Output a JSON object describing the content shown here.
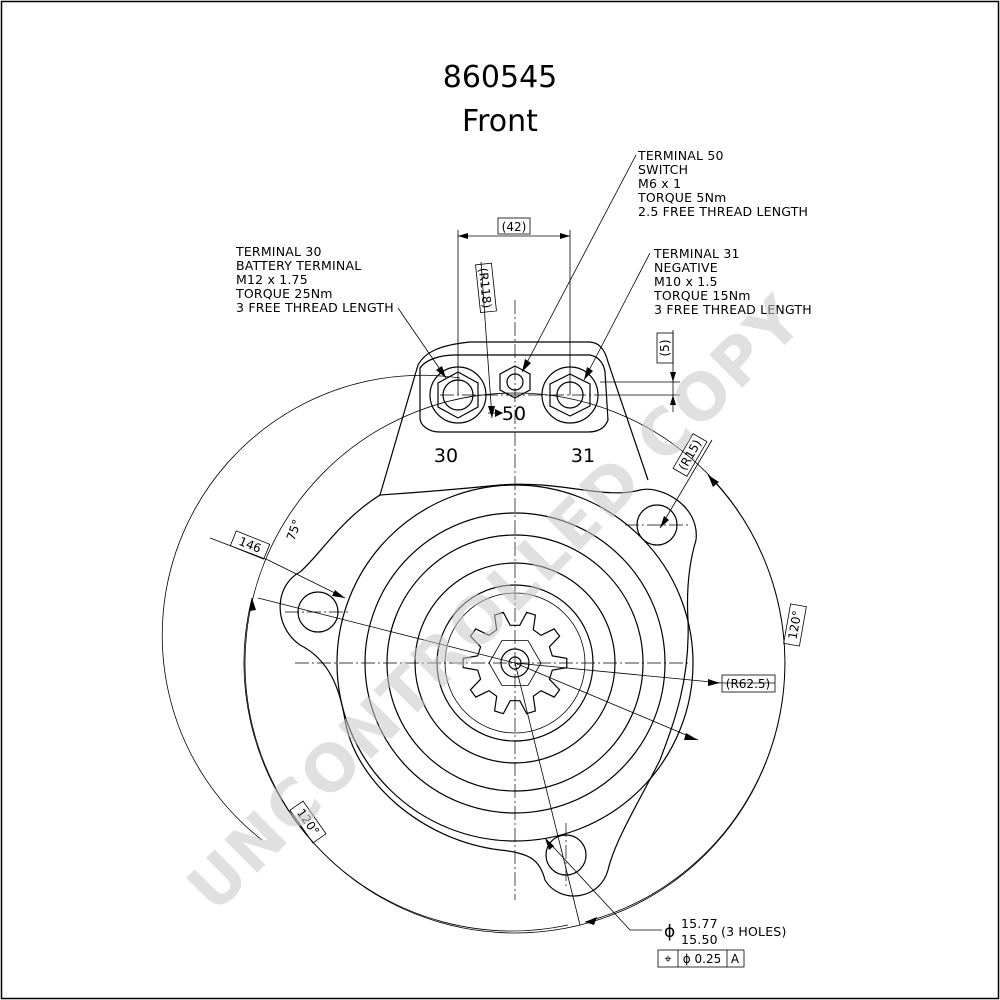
{
  "drawing": {
    "part_number": "860545",
    "view": "Front",
    "watermark": "UNCONTROLLED COPY"
  },
  "terminal_50": {
    "lines": [
      "TERMINAL 50",
      "SWITCH",
      "M6 x 1",
      "TORQUE 5Nm",
      "2.5 FREE THREAD LENGTH"
    ],
    "number": "50"
  },
  "terminal_30": {
    "lines": [
      "TERMINAL 30",
      "BATTERY TERMINAL",
      "M12 x 1.75",
      "TORQUE 25Nm",
      "3 FREE THREAD LENGTH"
    ],
    "number": "30"
  },
  "terminal_31": {
    "lines": [
      "TERMINAL 31",
      "NEGATIVE",
      "M10 x 1.5",
      "TORQUE 15Nm",
      "3 FREE THREAD LENGTH"
    ],
    "number": "31"
  },
  "dimensions": {
    "width_42": "(42)",
    "radius_118": "(R118)",
    "offset_5": "(5)",
    "radius_15": "(R15)",
    "angle_120_right": "120°",
    "angle_120_left": "120°",
    "radius_62_5": "(R62.5)",
    "dim_146": "146",
    "angle_75": "75°"
  },
  "holes": {
    "diameter_symbol": "ϕ",
    "upper": "15.77",
    "lower": "15.50",
    "count": "(3 HOLES)"
  },
  "tolerance_frame": {
    "symbol": "⌖",
    "value": "ϕ 0.25",
    "datum": "A"
  }
}
